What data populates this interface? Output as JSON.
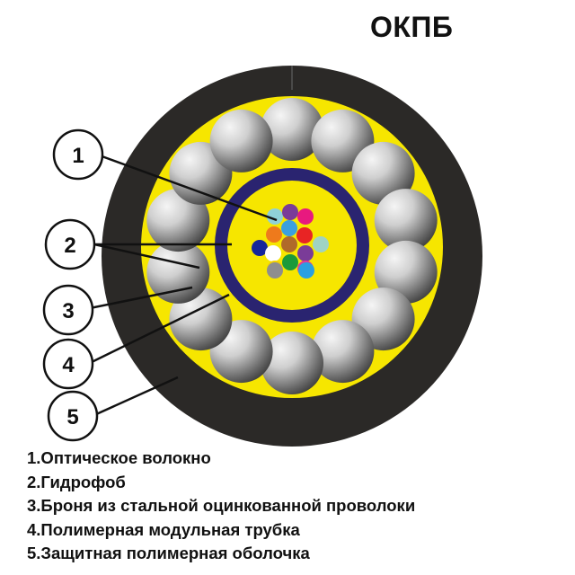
{
  "title": "ОКПБ",
  "callouts": [
    "1",
    "2",
    "3",
    "4",
    "5"
  ],
  "legend": [
    "1.Оптическое волокно",
    "2.Гидрофоб",
    "3.Броня из стальной оцинкованной проволоки",
    "4.Полимерная модульная трубка",
    "5.Защитная полимерная оболочка"
  ],
  "colors": {
    "sheath": "#2b2927",
    "gel": "#f6e600",
    "tube": "#2a2470",
    "armor_light": "#f2f2f2",
    "armor_dark": "#3a3a3a",
    "callout_stroke": "#111111"
  },
  "fibers": [
    {
      "color": "#8fd1d9"
    },
    {
      "color": "#7a3c98"
    },
    {
      "color": "#e8197f"
    },
    {
      "color": "#ee7a1c"
    },
    {
      "color": "#3ba0de"
    },
    {
      "color": "#e82424"
    },
    {
      "color": "#15269b"
    },
    {
      "color": "#ffffff"
    },
    {
      "color": "#b06a2a"
    },
    {
      "color": "#7a3c98"
    },
    {
      "color": "#9fd3c2"
    },
    {
      "color": "#f4d100"
    },
    {
      "color": "#1a9a3a"
    },
    {
      "color": "#e63c92"
    },
    {
      "color": "#8e8e8e"
    },
    {
      "color": "#2aa0e0"
    }
  ]
}
